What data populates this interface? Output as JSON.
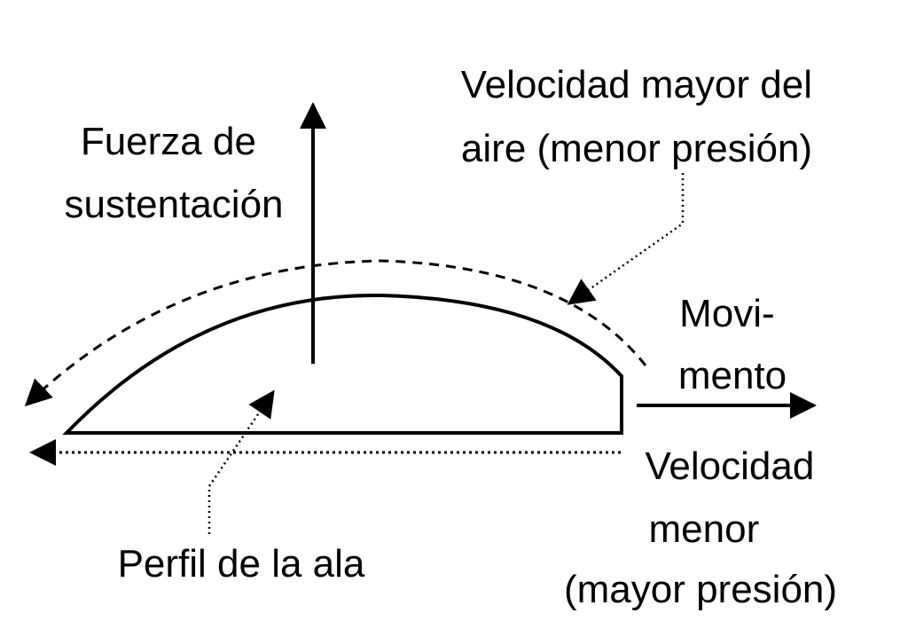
{
  "labels": {
    "lift": [
      "Fuerza de",
      "sustentación"
    ],
    "upper_air": [
      "Velocidad mayor del",
      "aire (menor presión)"
    ],
    "movement": [
      "Movi-",
      "mento"
    ],
    "lower_air": [
      "Velocidad",
      "menor",
      "(mayor presión)"
    ],
    "wing_profile": "Perfil de la ala"
  },
  "colors": {
    "ink": "#000000",
    "background": "#ffffff"
  }
}
